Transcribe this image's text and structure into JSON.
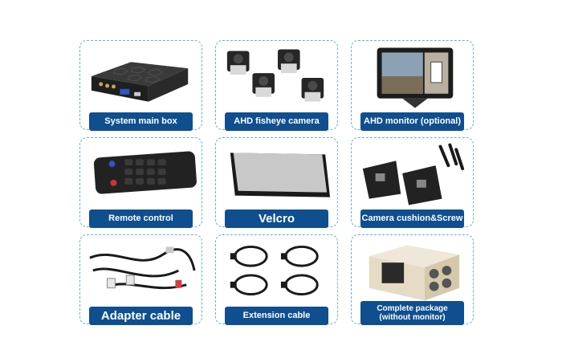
{
  "items": [
    {
      "label": "System main box",
      "icon": "dvr-box-icon"
    },
    {
      "label": "AHD fisheye camera",
      "icon": "fisheye-camera-icon"
    },
    {
      "label": "AHD monitor (optional)",
      "icon": "monitor-icon"
    },
    {
      "label": "Remote control",
      "icon": "remote-control-icon"
    },
    {
      "label": "Velcro",
      "icon": "velcro-pad-icon"
    },
    {
      "label": "Camera cushion&Screw",
      "icon": "cushion-screw-icon"
    },
    {
      "label": "Adapter cable",
      "icon": "adapter-cable-icon"
    },
    {
      "label": "Extension cable",
      "icon": "extension-cable-icon"
    },
    {
      "label_line1": "Complete package",
      "label_line2": "(without monitor)",
      "icon": "package-box-icon"
    }
  ],
  "colors": {
    "accent": "#0f4f8f",
    "border": "#5fb6d8"
  }
}
